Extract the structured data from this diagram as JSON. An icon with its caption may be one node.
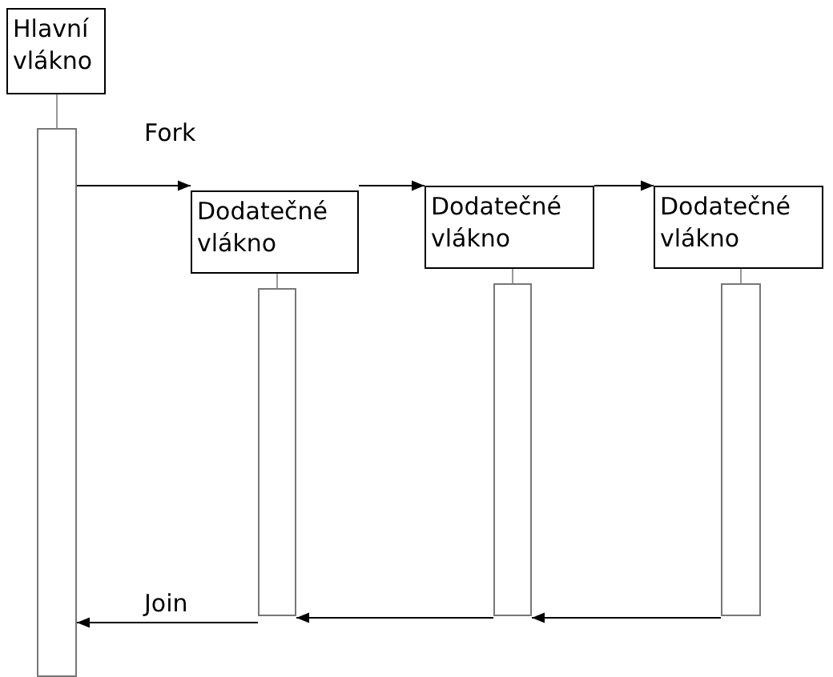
{
  "diagram": {
    "nodes": [
      {
        "text": [
          "Hlavní vlákno"
        ]
      },
      {
        "text": [],
        "shape": "bar"
      },
      {
        "text": [
          "Dodatečné vlákno"
        ]
      },
      {
        "text": [],
        "shape": "bar"
      },
      {
        "text": [
          "Dodatečné vlákno"
        ]
      },
      {
        "text": [],
        "shape": "bar"
      },
      {
        "text": [
          "Dodatečné vlákno"
        ]
      },
      {
        "text": [],
        "shape": "bar"
      }
    ],
    "edges": [
      {
        "from": 1,
        "to": 2,
        "arrow": "to",
        "label": "Fork"
      },
      {
        "from": 2,
        "to": 4,
        "arrow": "to"
      },
      {
        "from": 4,
        "to": 6,
        "arrow": "to"
      },
      {
        "from": 7,
        "to": 5,
        "arrow": "to"
      },
      {
        "from": 5,
        "to": 3,
        "arrow": "to"
      },
      {
        "from": 3,
        "to": 1,
        "arrow": "to",
        "label": "Join"
      },
      {
        "from": 0,
        "to": 1,
        "arrow": "none",
        "color": "#999999"
      },
      {
        "from": 2,
        "to": 3,
        "arrow": "none",
        "color": "#999999"
      },
      {
        "from": 4,
        "to": 5,
        "arrow": "none",
        "color": "#999999"
      },
      {
        "from": 6,
        "to": 7,
        "arrow": "none",
        "color": "#999999"
      }
    ]
  }
}
